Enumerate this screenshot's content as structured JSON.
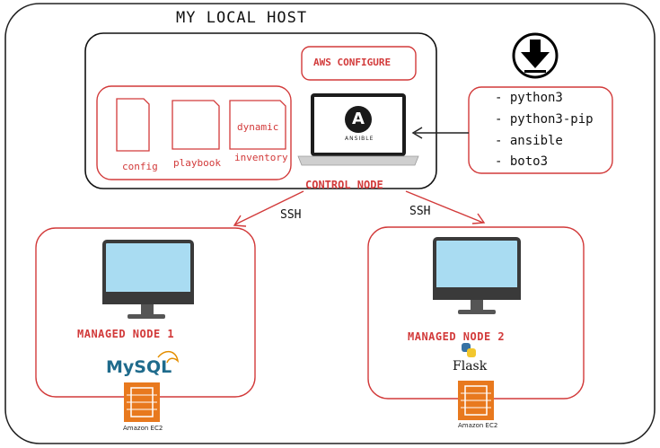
{
  "host": {
    "title": "MY LOCAL HOST"
  },
  "control": {
    "aws_configure": "AWS CONFIGURE",
    "files": [
      {
        "label": "config",
        "inner": ""
      },
      {
        "label": "playbook",
        "inner": ""
      },
      {
        "label": "inventory",
        "inner": "dynamic"
      }
    ],
    "laptop_brand": "ANSIBLE",
    "laptop_logo": "A",
    "node_label": "CONTROL NODE"
  },
  "install": {
    "icon": "download-icon",
    "packages": [
      "- python3",
      "- python3-pip",
      "- ansible",
      "- boto3"
    ]
  },
  "links": {
    "left": "SSH",
    "right": "SSH"
  },
  "managed": [
    {
      "label": "MANAGED NODE 1",
      "app": "MySQL",
      "cloud": "Amazon EC2"
    },
    {
      "label": "MANAGED NODE 2",
      "app": "Flask",
      "cloud": "Amazon EC2"
    }
  ],
  "colors": {
    "red": "#d23a3a",
    "ec2": "#e8791e",
    "screen": "#a9dcf2",
    "monitor": "#3a3a3a",
    "mysql_blue": "#1f6b8c",
    "mysql_orange": "#e48e00"
  }
}
